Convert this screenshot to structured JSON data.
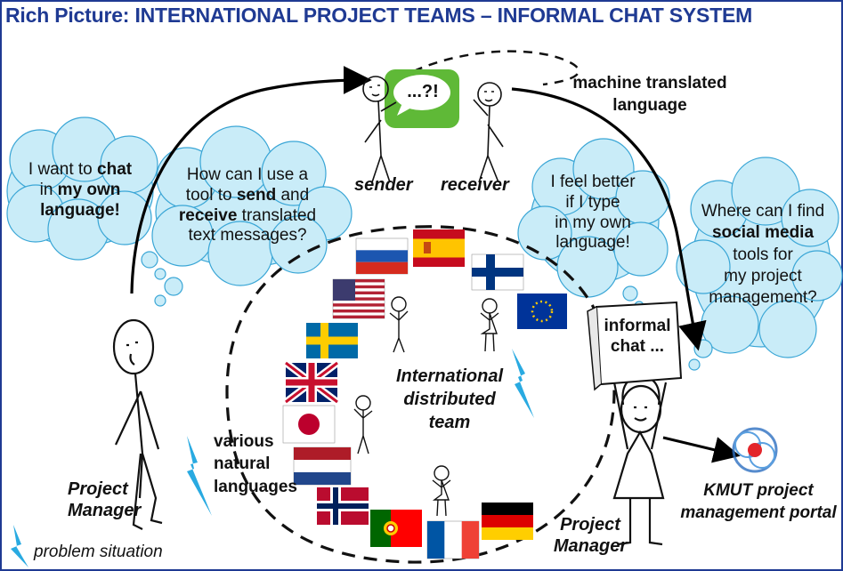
{
  "title": "Rich Picture: INTERNATIONAL PROJECT TEAMS – INFORMAL CHAT SYSTEM",
  "chat_bubble": "...?!",
  "machine_translated": [
    "machine translated",
    "language"
  ],
  "sender": "sender",
  "receiver": "receiver",
  "cloud_left": {
    "line1": "I want to ",
    "line1_bold": "chat",
    "line2": "in ",
    "line2_bold": "my own",
    "line3_bold": "language!"
  },
  "cloud_question": {
    "line1": "How can I use a",
    "line2": "tool to ",
    "line2_bold": "send",
    "line2_end": " and",
    "line3_bold": "receive",
    "line3_end": " translated",
    "line4": "text messages?"
  },
  "cloud_feel": [
    "I feel better",
    "if I type",
    "in my own",
    "language!"
  ],
  "cloud_social": {
    "line1": "Where can I find",
    "line2_bold": "social media",
    "line3": "tools for",
    "line4": "my project",
    "line5": "management?"
  },
  "team_label": [
    "International",
    "distributed",
    "team"
  ],
  "languages_label": [
    "various",
    "natural",
    "languages"
  ],
  "sign_label": [
    "informal",
    "chat ..."
  ],
  "pm_left": [
    "Project",
    "Manager"
  ],
  "pm_right": [
    "Project",
    "Manager"
  ],
  "portal_label": [
    "KMUT project",
    "management portal"
  ],
  "legend_label": "problem situation",
  "flags": [
    "russia",
    "spain",
    "finland",
    "usa",
    "eu",
    "sweden",
    "uk",
    "japan",
    "netherlands",
    "norway",
    "portugal",
    "france",
    "germany"
  ],
  "colors": {
    "title": "#1f3a93",
    "cloud": "#c9ecf8",
    "lightning": "#29aae1",
    "bubble": "#5fb937",
    "portal_red": "#e3262b",
    "portal_blue": "#2d6fc0"
  }
}
